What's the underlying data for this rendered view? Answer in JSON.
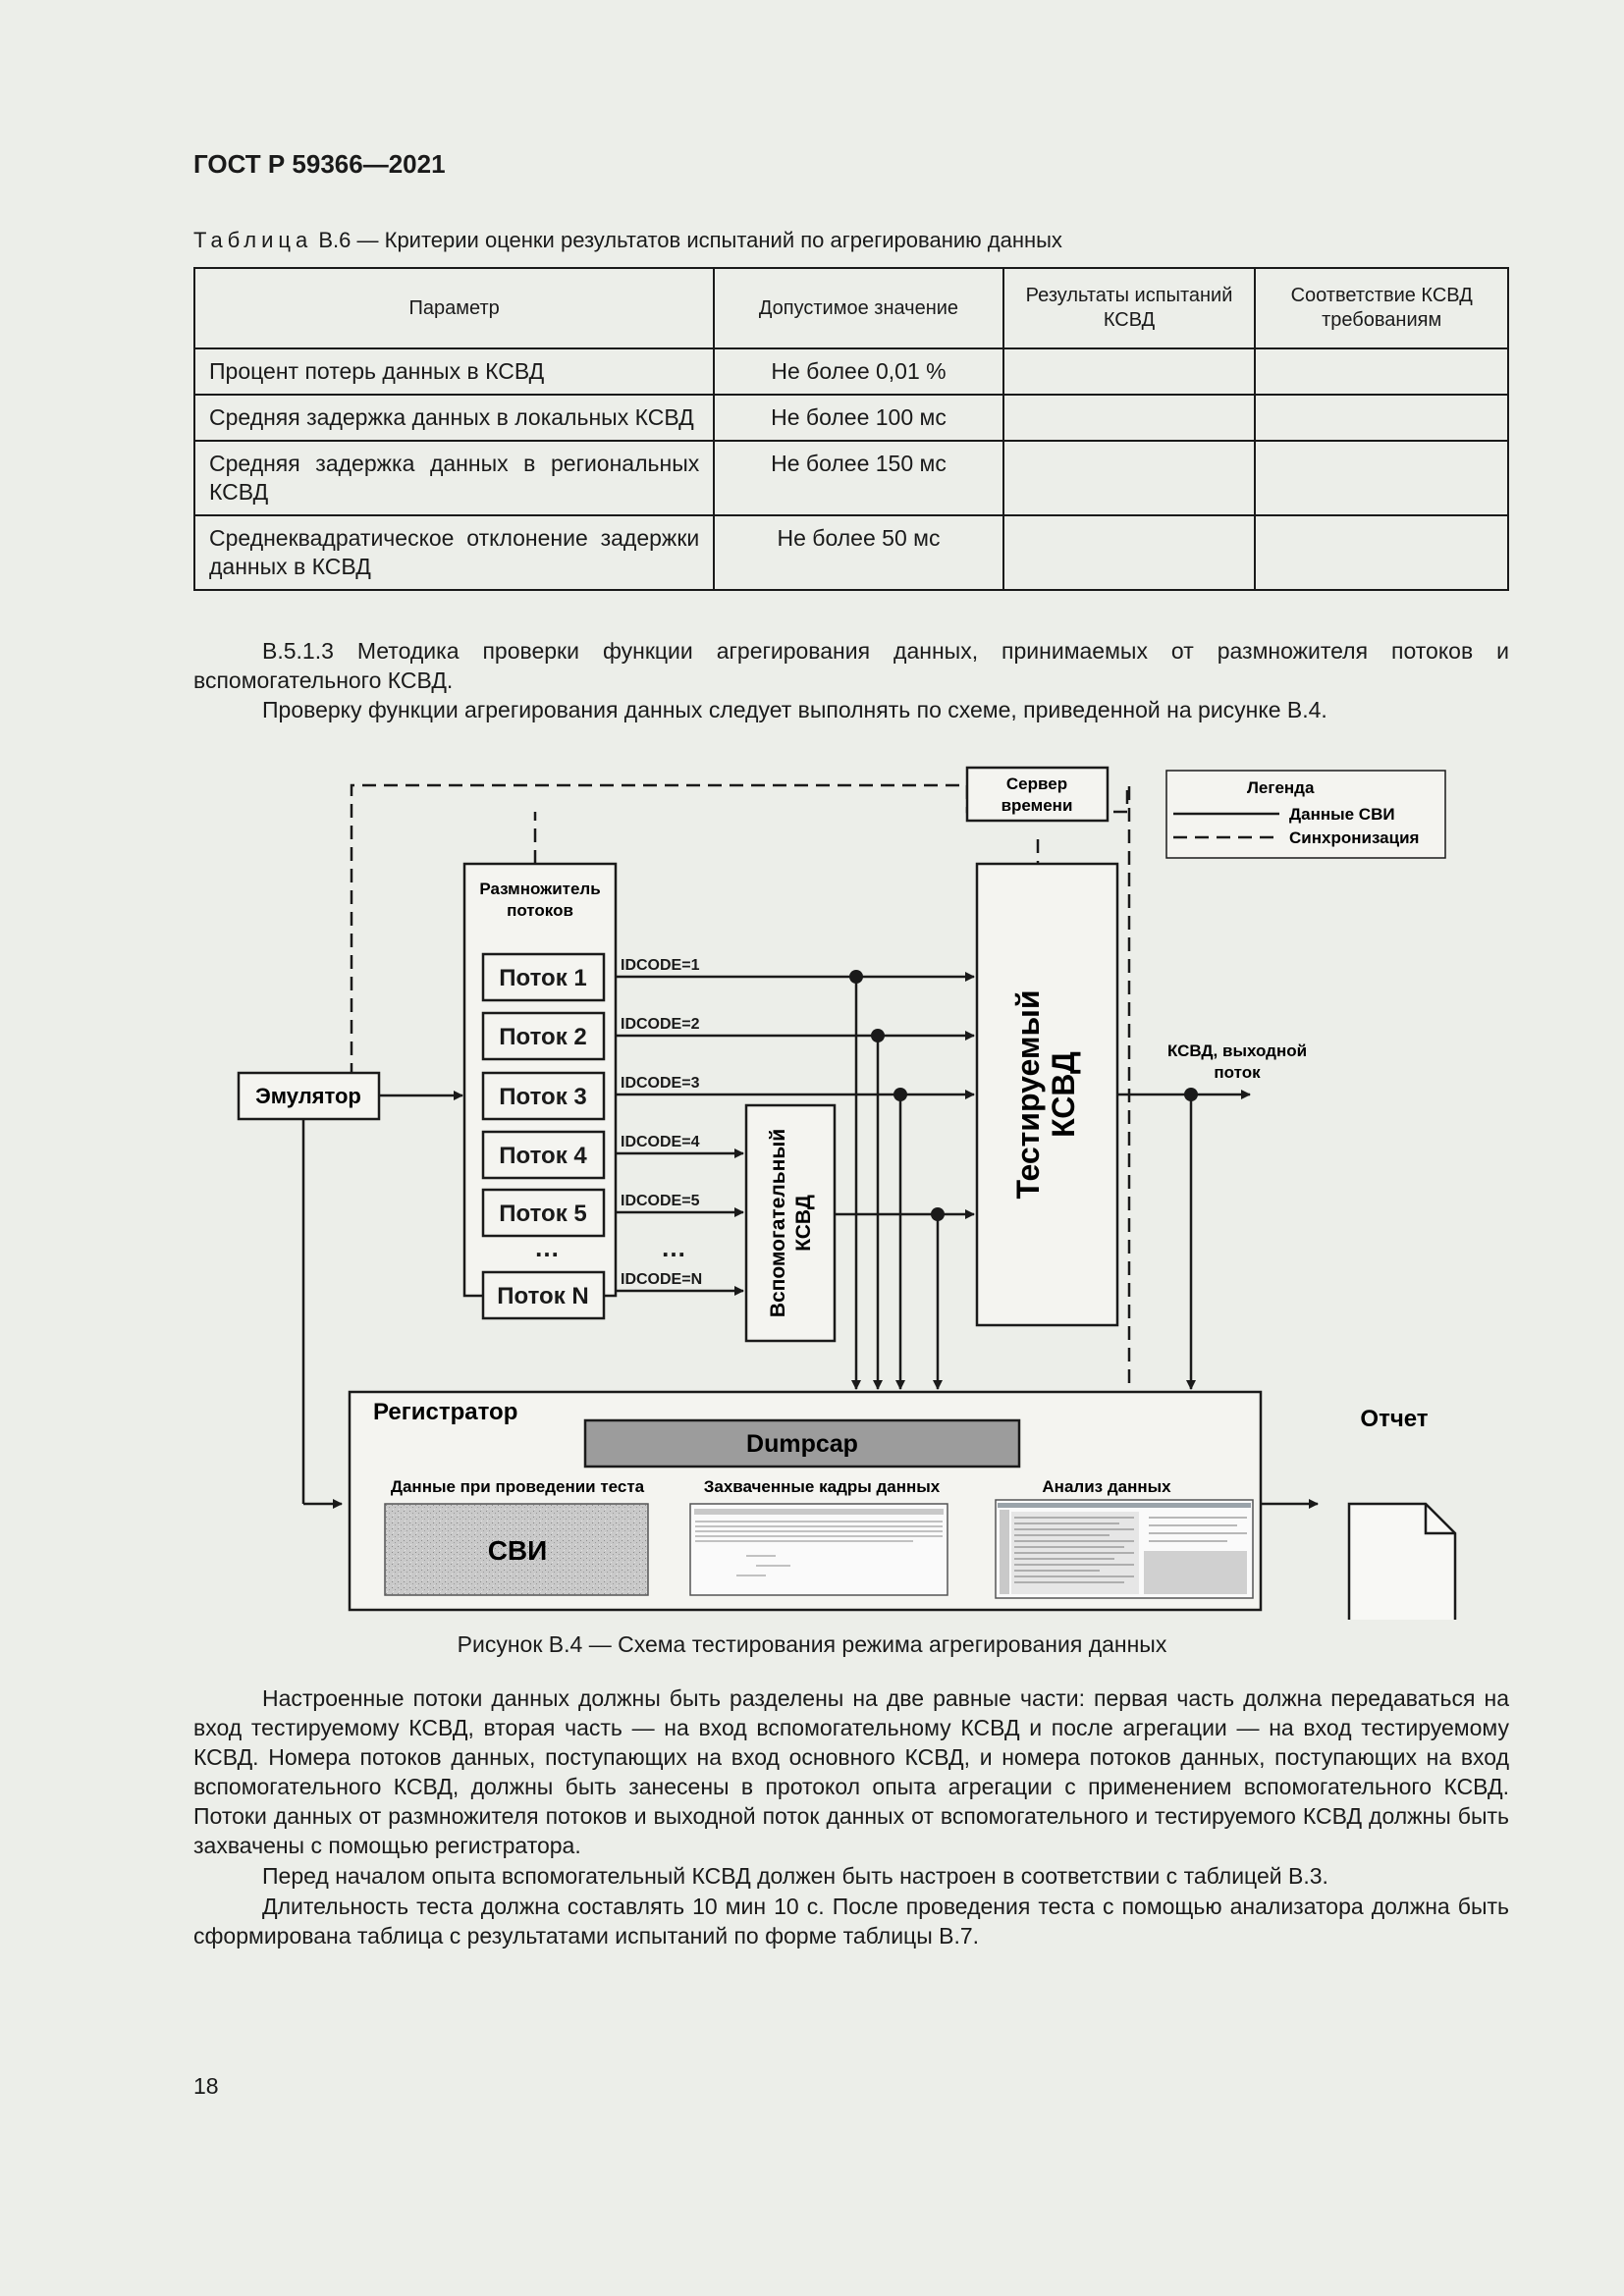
{
  "header": {
    "standard": "ГОСТ Р 59366—2021"
  },
  "table": {
    "caption_prefix": "Таблица",
    "caption_rest": " В.6 — Критерии оценки результатов испытаний по агрегированию данных",
    "headers": [
      "Параметр",
      "Допустимое значение",
      "Результаты испытаний КСВД",
      "Соответствие КСВД требованиям"
    ],
    "rows": [
      {
        "param": "Процент потерь данных в КСВД",
        "value": "Не более 0,01 %",
        "result": "",
        "compliance": ""
      },
      {
        "param": "Средняя задержка данных в локальных КСВД",
        "value": "Не более 100 мс",
        "result": "",
        "compliance": ""
      },
      {
        "param": "Средняя задержка данных в региональных КСВД",
        "value": "Не более 150 мс",
        "result": "",
        "compliance": ""
      },
      {
        "param": "Среднеквадратическое отклонение задержки данных в КСВД",
        "value": "Не более 50 мс",
        "result": "",
        "compliance": ""
      }
    ]
  },
  "paragraphs_top": [
    "В.5.1.3 Методика проверки функции агрегирования данных, принимаемых от размножителя потоков и вспомогательного КСВД.",
    "Проверку функции агрегирования данных следует выполнять по схеме, приведенной на рисунке В.4."
  ],
  "diagram": {
    "server_line1": "Сервер",
    "server_line2": "времени",
    "legend_title": "Легенда",
    "legend_solid": "Данные СВИ",
    "legend_dashed": "Синхронизация",
    "multiplier_line1": "Размножитель",
    "multiplier_line2": "потоков",
    "streams": [
      "Поток 1",
      "Поток 2",
      "Поток 3",
      "Поток 4",
      "Поток 5",
      "Поток N"
    ],
    "ellipsis": "…",
    "idcodes": [
      "IDCODE=1",
      "IDCODE=2",
      "IDCODE=3",
      "IDCODE=4",
      "IDCODE=5",
      "IDCODE=N"
    ],
    "emulator": "Эмулятор",
    "aux_line1": "Вспомогательный",
    "aux_line2": "КСВД",
    "tested_line1": "Тестируемый",
    "tested_line2": "КСВД",
    "output_line1": "КСВД, выходной",
    "output_line2": "поток",
    "registrar": "Регистратор",
    "dumpcap": "Dumpcap",
    "test_data_label": "Данные при проведении теста",
    "svi": "СВИ",
    "captured_label": "Захваченные кадры данных",
    "analysis_label": "Анализ данных",
    "report": "Отчет"
  },
  "figure_caption": "Рисунок В.4 — Схема тестирования режима агрегирования данных",
  "paragraphs_bottom": [
    "Настроенные потоки данных должны быть разделены на две равные части: первая часть должна передаваться на вход тестируемому КСВД, вторая часть — на вход вспомогательному КСВД и после агрегации — на вход тестируемому КСВД. Номера потоков данных, поступающих на вход основного КСВД, и номера потоков данных, поступающих на вход вспомогательного КСВД, должны быть занесены в протокол опыта агрегации с применением вспомогательного КСВД. Потоки данных от размножителя потоков и выходной поток данных от вспомогательного и тестируемого КСВД должны быть захвачены с помощью регистратора.",
    "Перед началом опыта вспомогательный КСВД должен быть настроен в соответствии с таблицей В.3.",
    "Длительность теста должна составлять 10 мин 10 с. После проведения теста с помощью анализатора должна быть сформирована таблица с результатами испытаний по форме таблицы В.7."
  ],
  "page_number": "18"
}
